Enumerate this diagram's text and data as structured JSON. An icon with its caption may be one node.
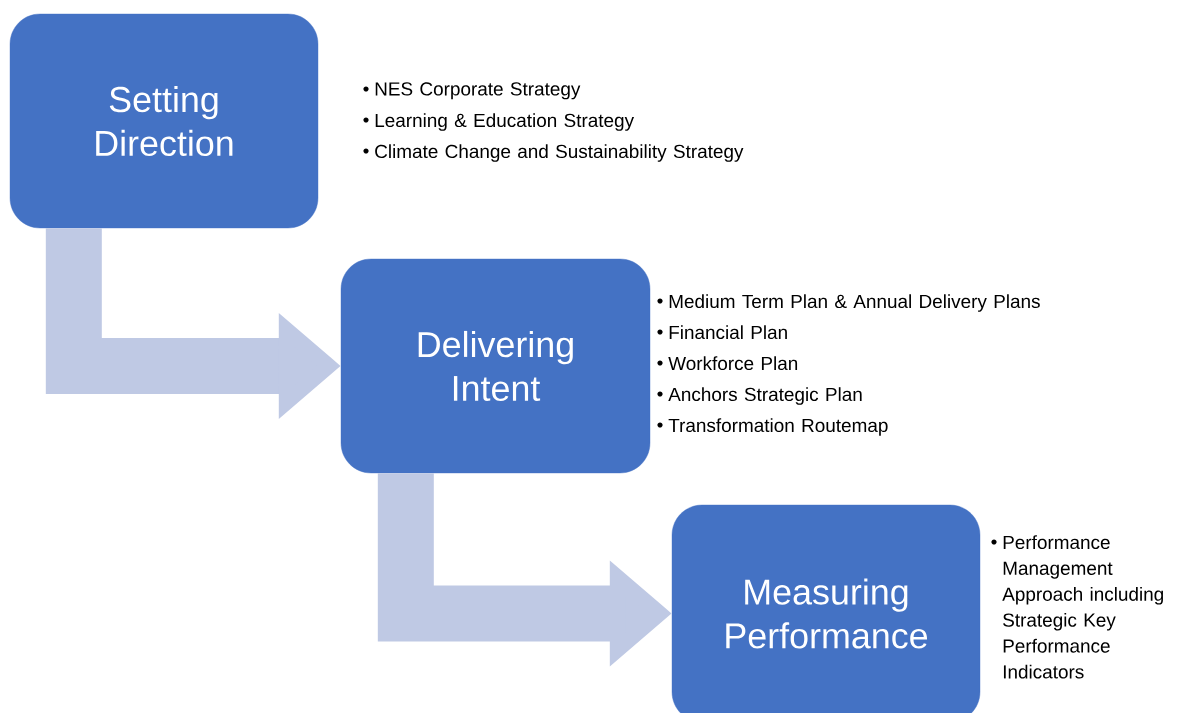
{
  "diagram": {
    "nodes": [
      {
        "text": [
          "Setting Direction"
        ],
        "beside": [
          "NES Corporate Strategy",
          "Learning & Education Strategy",
          "Climate Change and Sustainability Strategy"
        ]
      },
      {
        "text": [
          "Delivering Intent"
        ],
        "beside": [
          "Medium Term Plan & Annual Delivery Plans",
          "Financial Plan",
          "Workforce Plan",
          "Anchors Strategic Plan",
          "Transformation Routemap"
        ]
      },
      {
        "text": [
          "Measuring Performance"
        ],
        "beside": [
          "Performance Management Approach including Strategic Key Performance Indicators"
        ]
      }
    ],
    "edges": [
      {
        "from": 0,
        "to": 1,
        "arrow": "to"
      },
      {
        "from": 1,
        "to": 2,
        "arrow": "to"
      }
    ]
  }
}
